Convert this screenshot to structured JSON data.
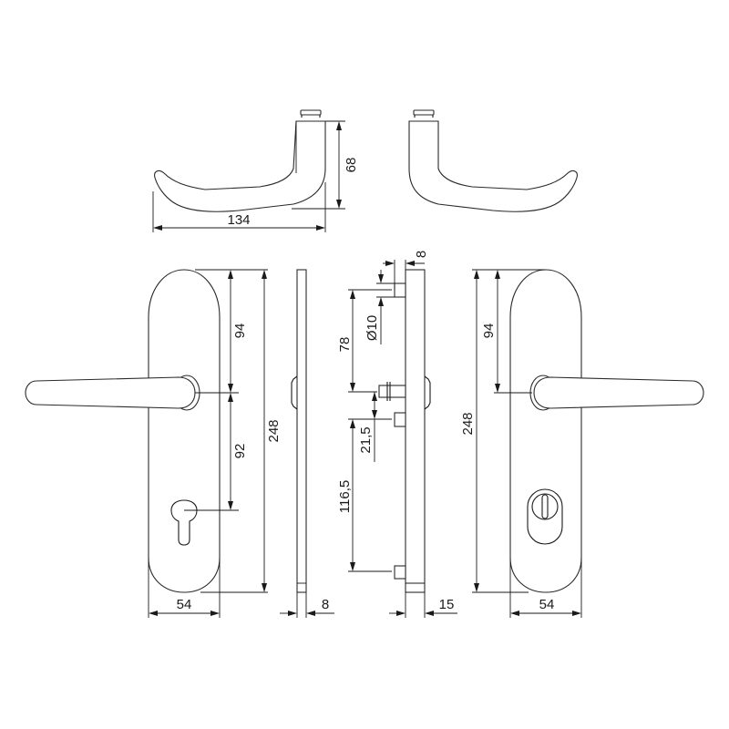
{
  "drawing": {
    "title": "Door handle set technical drawing",
    "line_color": "#1a1a1a",
    "background": "#ffffff"
  },
  "lever_side_views": {
    "left": {
      "width_label": "134",
      "height_label": "68"
    },
    "right": {}
  },
  "front_plate_left": {
    "width_label": "54",
    "height_label": "248",
    "top_to_handle_label": "94",
    "handle_to_keyhole_label": "92",
    "keyhole": "profile-cylinder"
  },
  "plate_profile_thin": {
    "thickness_label": "8"
  },
  "plate_profile_thick": {
    "spindle_offset_label": "8",
    "top_pin_label": "78",
    "pin_diameter_label": "Ø10",
    "spindle_to_pin_label": "21,5",
    "lower_pin_label": "116,5",
    "thickness_label": "15"
  },
  "front_plate_right": {
    "width_label": "54",
    "height_label": "248",
    "top_to_handle_label": "94",
    "cylinder_guard": "security-cylinder-cover"
  }
}
